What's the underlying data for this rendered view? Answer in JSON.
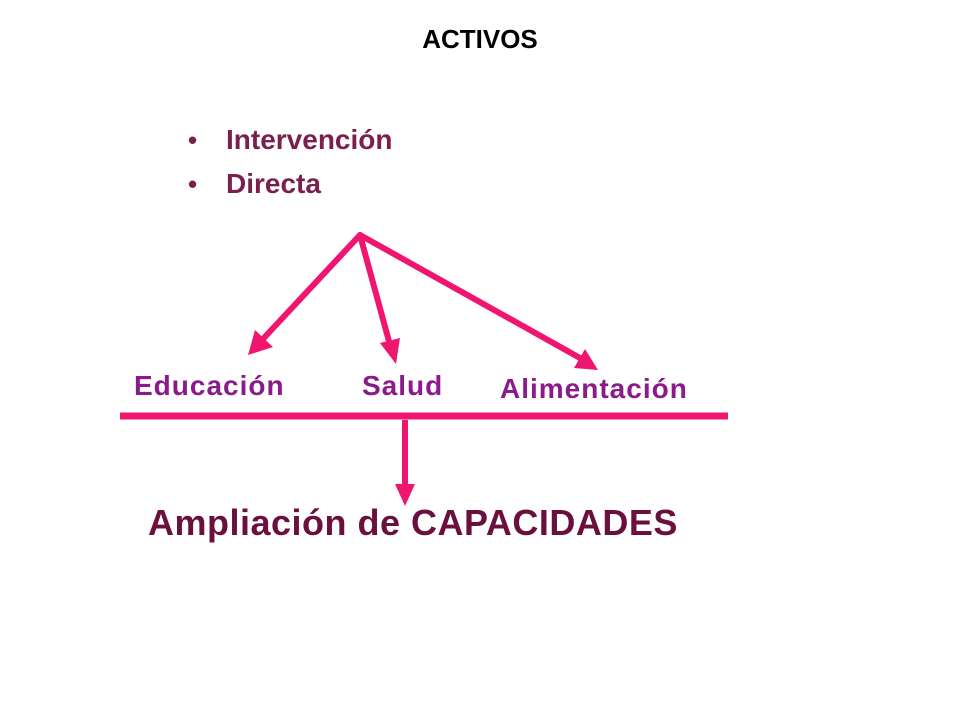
{
  "title": "ACTIVOS",
  "bullets": [
    "Intervención",
    "Directa"
  ],
  "nodes": {
    "educacion": "Educación",
    "salud": "Salud",
    "alimentacion": "Alimentación"
  },
  "result": "Ampliación de CAPACIDADES",
  "colors": {
    "title": "#000000",
    "bullet_text": "#7a1f4e",
    "node_text": "#8b1a8b",
    "result_text": "#6b0f3f",
    "arrows": "#f0156e"
  }
}
